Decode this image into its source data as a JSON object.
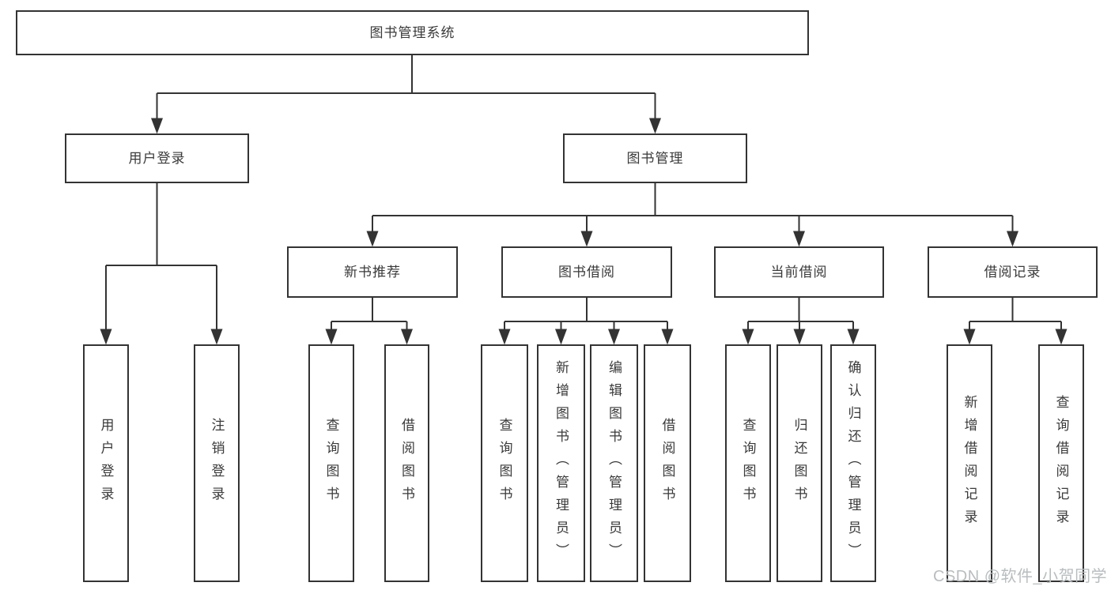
{
  "diagram": {
    "tree": {
      "label": "图书管理系统",
      "children": [
        {
          "label": "用户登录",
          "children": [
            {
              "label": "用户登录"
            },
            {
              "label": "注销登录"
            }
          ]
        },
        {
          "label": "图书管理",
          "children": [
            {
              "label": "新书推荐",
              "children": [
                {
                  "label": "查询图书"
                },
                {
                  "label": "借阅图书"
                }
              ]
            },
            {
              "label": "图书借阅",
              "children": [
                {
                  "label": "查询图书"
                },
                {
                  "label": "新增图书（管理员）"
                },
                {
                  "label": "编辑图书（管理员）"
                },
                {
                  "label": "借阅图书"
                }
              ]
            },
            {
              "label": "当前借阅",
              "children": [
                {
                  "label": "查询图书"
                },
                {
                  "label": "归还图书"
                },
                {
                  "label": "确认归还（管理员）"
                }
              ]
            },
            {
              "label": "借阅记录",
              "children": [
                {
                  "label": "新增借阅记录"
                },
                {
                  "label": "查询借阅记录"
                }
              ]
            }
          ]
        }
      ]
    },
    "colors": {
      "line": "#333333",
      "text": "#3a3a3a",
      "watermark": "#b9bdbf"
    }
  },
  "watermark": {
    "text": "CSDN @软件_小贺同学"
  }
}
